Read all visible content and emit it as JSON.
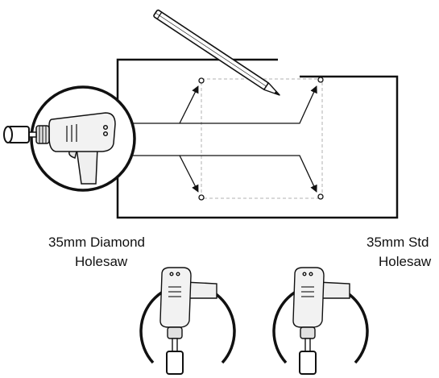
{
  "labels": {
    "left": {
      "line1": "35mm Diamond",
      "line2": "Holesaw"
    },
    "right": {
      "line1": "35mm Std",
      "line2": "Holesaw"
    }
  },
  "icons": [
    "pencil-icon",
    "drill-icon",
    "drill-icon",
    "drill-icon"
  ],
  "colors": {
    "ink": "#111111",
    "guide": "#b0b0b0",
    "drill_body": "#f2f2f2"
  }
}
